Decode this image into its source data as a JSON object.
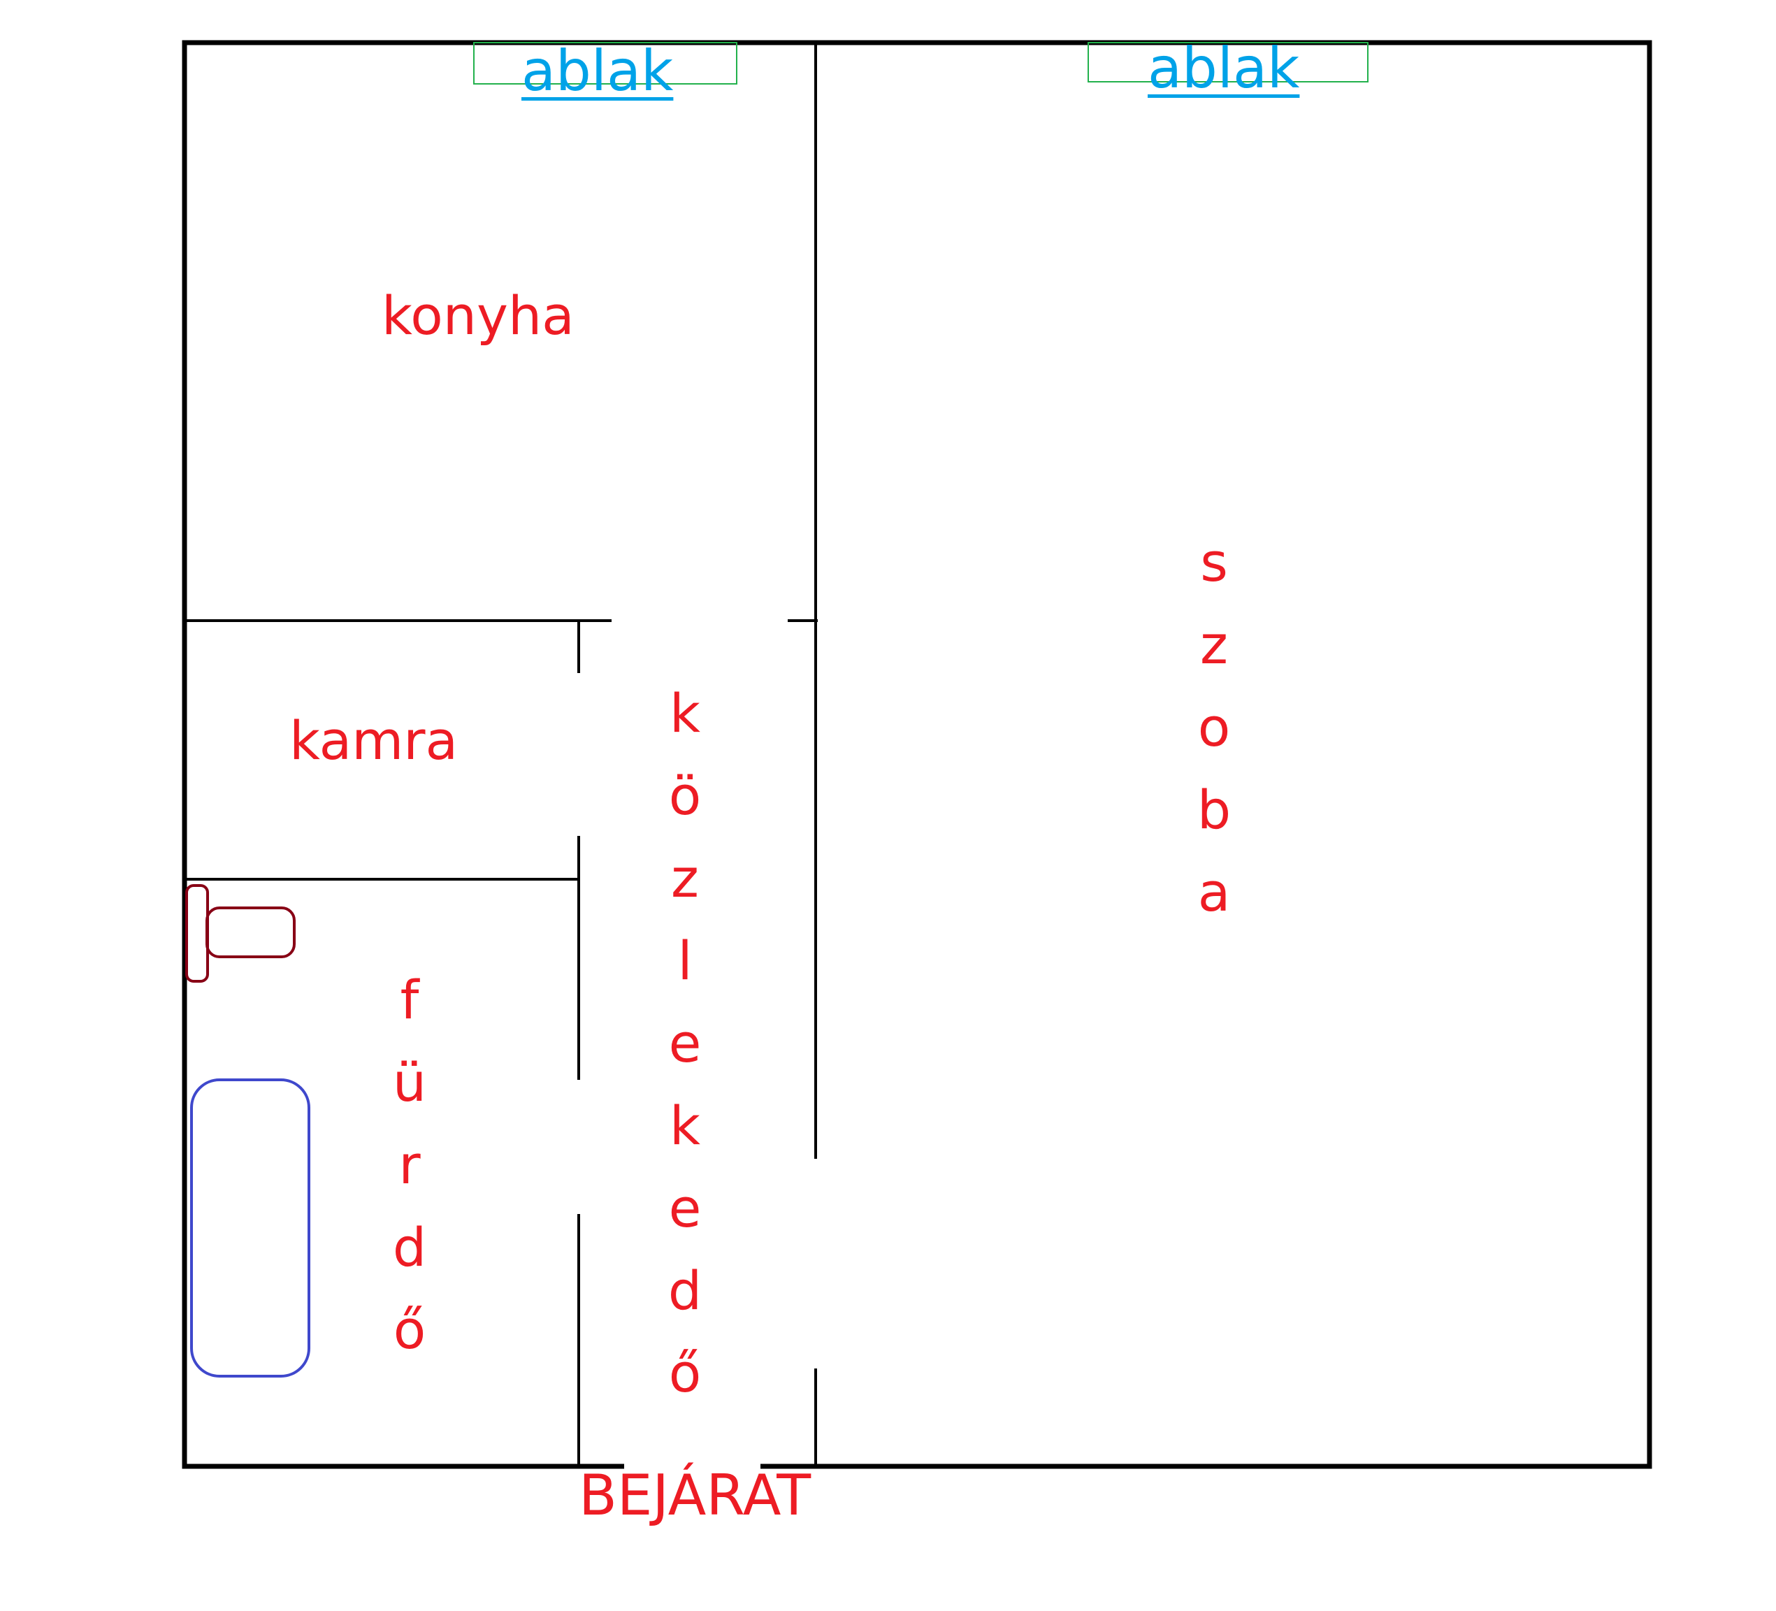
{
  "rooms": {
    "kitchen": "konyha",
    "pantry": "kamra",
    "bathroom": "fürdő",
    "hallway": "közlekedő",
    "room": "szoba"
  },
  "windows": {
    "left": "ablak",
    "right": "ablak"
  },
  "entrance": "BEJÁRAT",
  "colors": {
    "walls": "#000000",
    "room_labels": "#ed1c24",
    "window_labels": "#00a2e8",
    "window_frames": "#22b14c",
    "toilet": "#880015",
    "bathtub": "#3f48cc"
  },
  "fixtures": {
    "toilet": "toilet-icon",
    "bathtub": "bathtub-icon"
  }
}
